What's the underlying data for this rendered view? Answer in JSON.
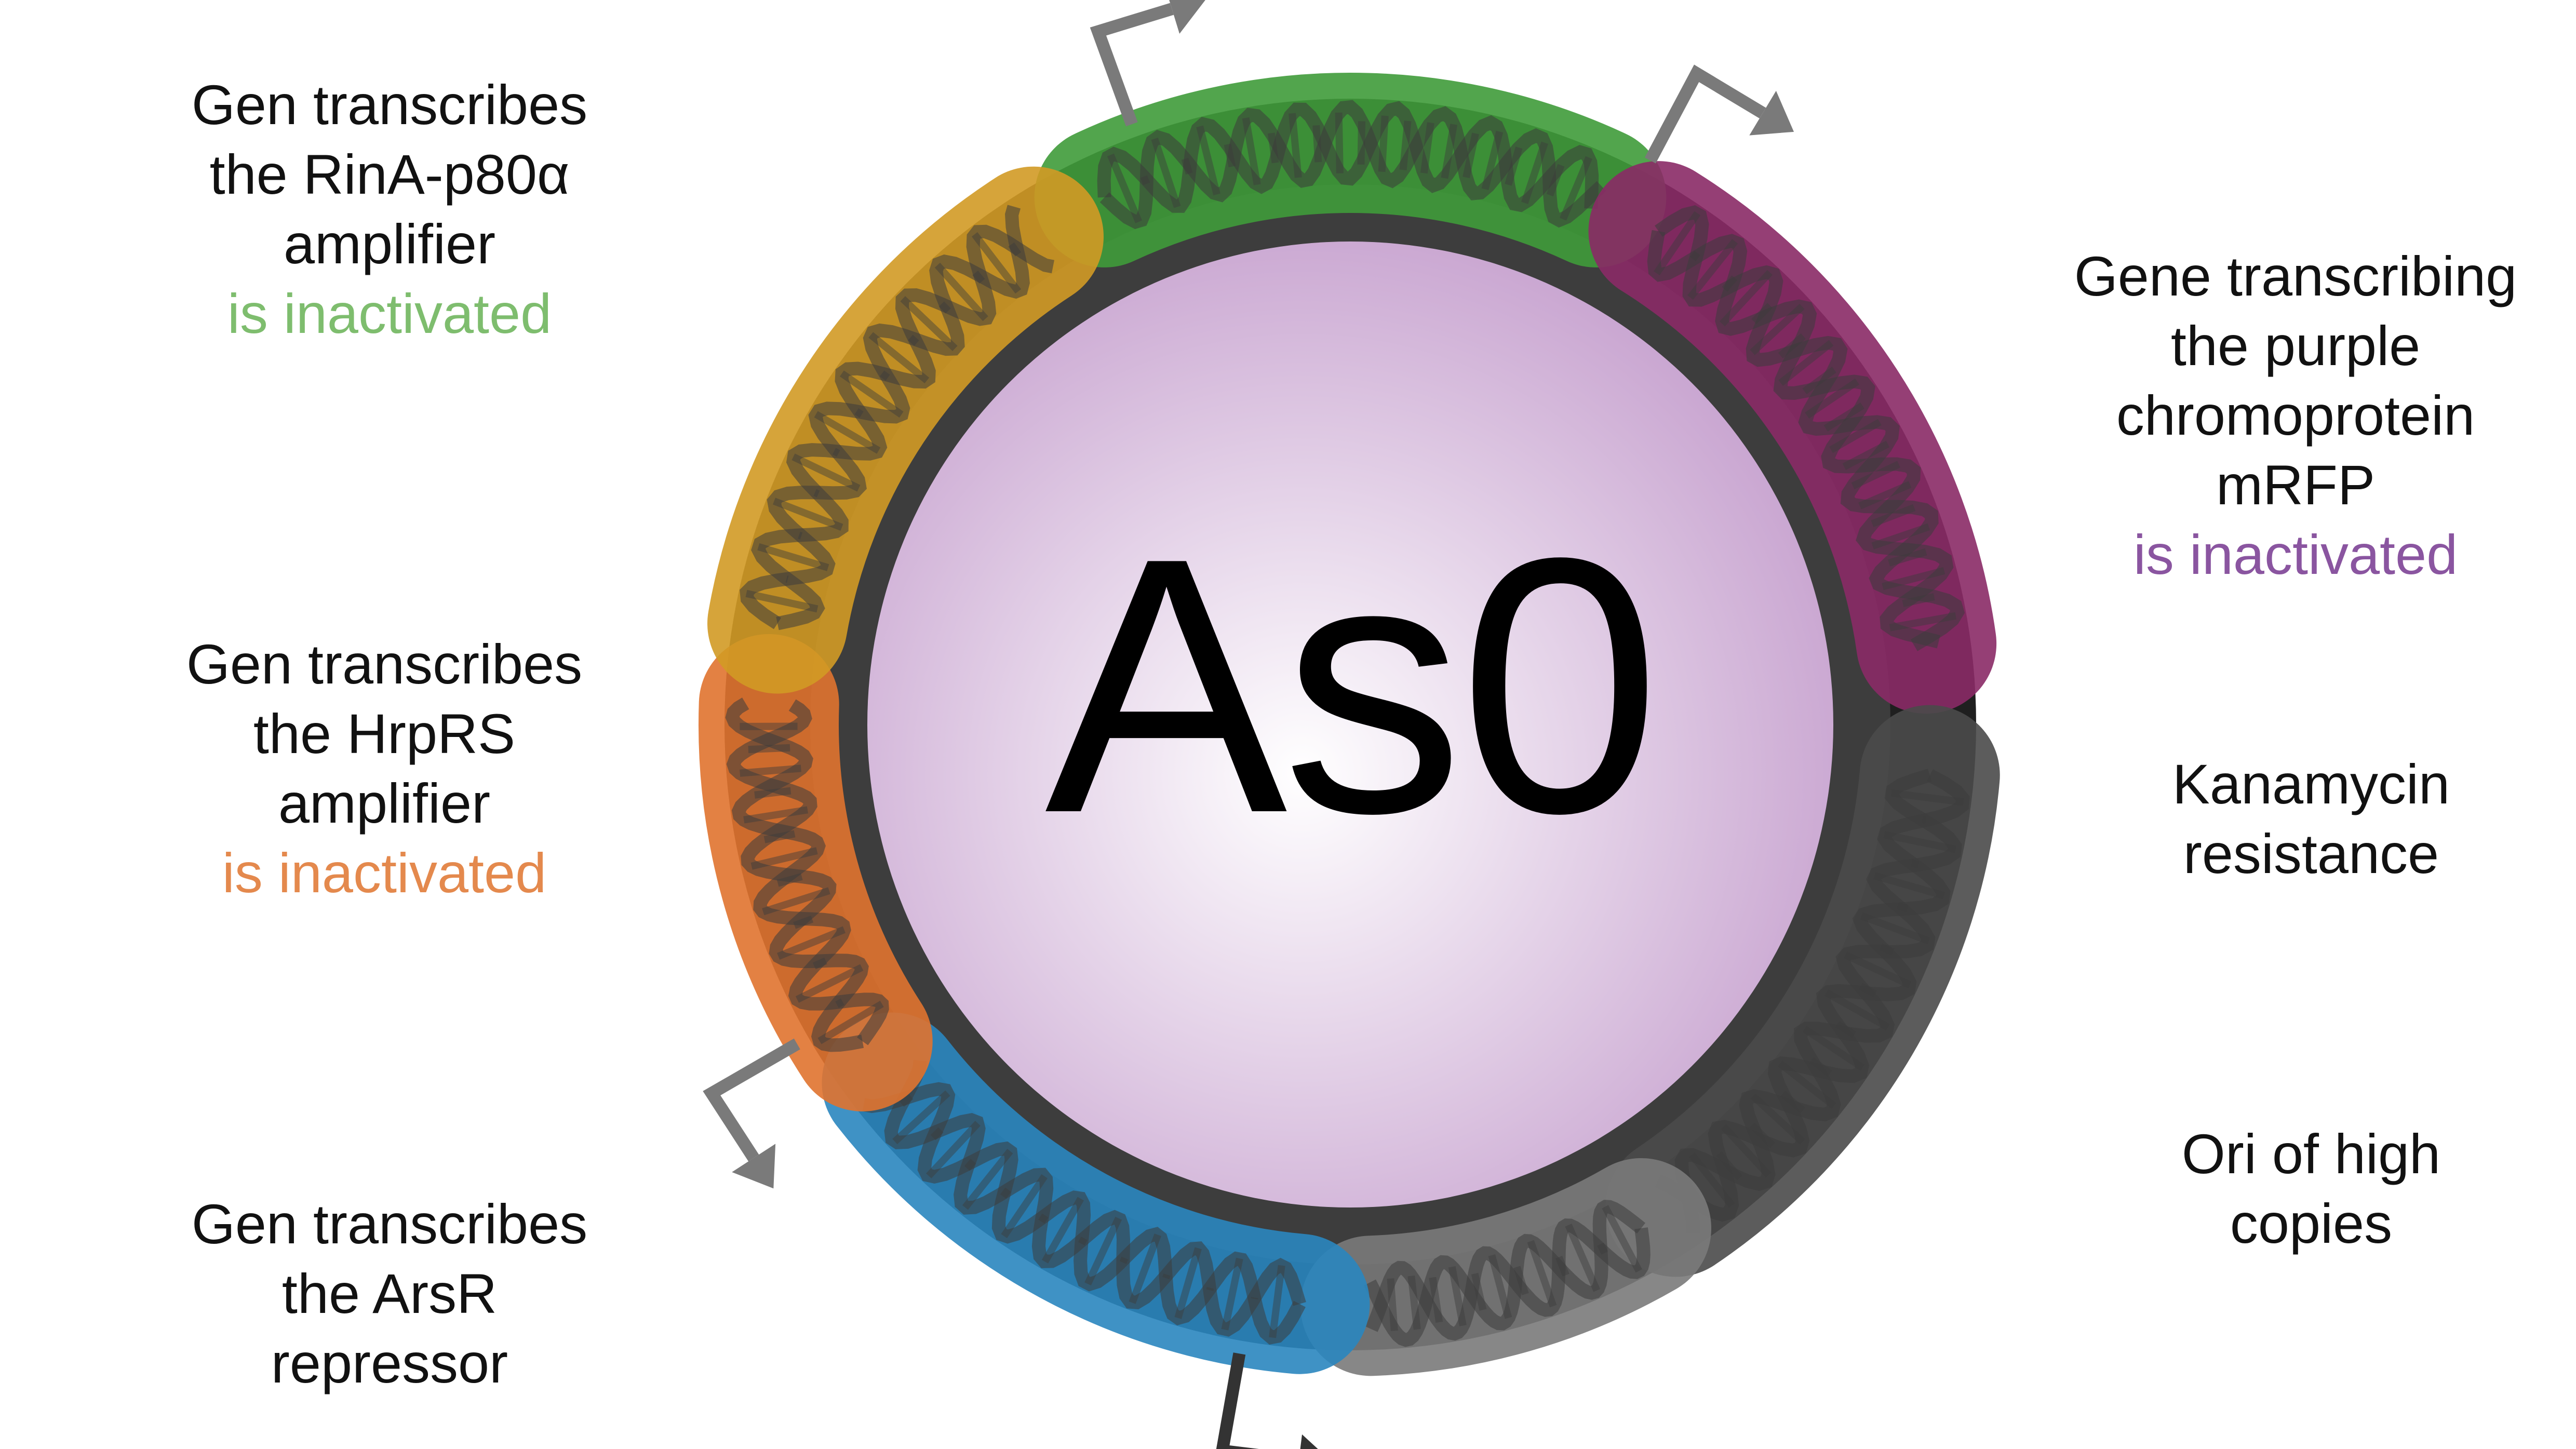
{
  "center": {
    "title": "As0"
  },
  "labels": {
    "rina": {
      "lines": [
        "Gen transcribes",
        "the RinA-p80α",
        "amplifier"
      ],
      "status": "is inactivated",
      "status_color": "#7ebd6e"
    },
    "hrprs": {
      "lines": [
        "Gen transcribes",
        "the HrpRS",
        "amplifier"
      ],
      "status": "is inactivated",
      "status_color": "#e4894d"
    },
    "arsr": {
      "lines": [
        "Gen transcribes",
        "the ArsR",
        "repressor"
      ]
    },
    "mrfp": {
      "lines": [
        "Gene transcribing",
        "the purple",
        "chromoprotein",
        "mRFP"
      ],
      "status": "is inactivated",
      "status_color": "#8a55a0"
    },
    "kanamycin": {
      "lines": [
        "Kanamycin",
        "resistance"
      ]
    },
    "ori": {
      "lines": [
        "Ori of high",
        "copies"
      ]
    }
  },
  "segments": [
    {
      "name": "green-gene-segment",
      "color": "#3f9b3a"
    },
    {
      "name": "purple-gene-segment",
      "color": "#8a2a66"
    },
    {
      "name": "dark-gray-segment",
      "color": "#4a4a4a"
    },
    {
      "name": "light-gray-segment",
      "color": "#7a7a7a"
    },
    {
      "name": "blue-gene-segment",
      "color": "#2a86bf"
    },
    {
      "name": "orange-gene-segment",
      "color": "#e0732f"
    },
    {
      "name": "gold-gene-segment",
      "color": "#d19a25"
    }
  ],
  "colors": {
    "backbone": "#1f1f1f",
    "inner_ring": "#3d3d3d",
    "center_light": "#ffffff",
    "center_dark": "#c7a2cf",
    "promoter_arrow": "#7a7a7a",
    "promoter_arrow_dark": "#333333"
  }
}
